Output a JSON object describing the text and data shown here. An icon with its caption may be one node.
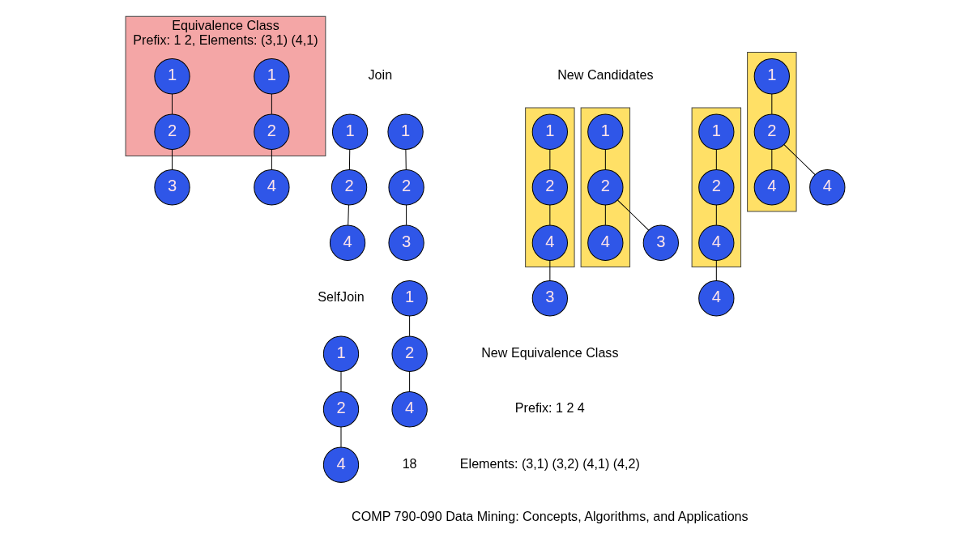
{
  "diagram": {
    "nodes": [
      {
        "text": [
          "Equivalence Class",
          "Prefix: 1 2, Elements: (3,1) (4,1)"
        ]
      },
      {
        "text": [
          "1"
        ],
        "in": 0
      },
      {
        "text": [
          "2"
        ],
        "in": 0
      },
      {
        "text": [
          "3"
        ]
      },
      {
        "text": [
          "1"
        ],
        "in": 0
      },
      {
        "text": [
          "2"
        ],
        "in": 0
      },
      {
        "text": [
          "4"
        ]
      },
      {
        "text": [
          "1"
        ]
      },
      {
        "text": [
          "2"
        ]
      },
      {
        "text": [
          "4"
        ]
      },
      {
        "text": [
          "1"
        ]
      },
      {
        "text": [
          "2"
        ]
      },
      {
        "text": [
          "3"
        ]
      },
      {
        "text": [
          "1"
        ]
      },
      {
        "text": [
          "2"
        ]
      },
      {
        "text": [
          "4"
        ]
      },
      {
        "text": [
          "1"
        ]
      },
      {
        "text": [
          "2"
        ]
      },
      {
        "text": [
          "4"
        ]
      },
      {
        "text": [],
        "shape": "box"
      },
      {
        "text": [
          "1"
        ],
        "in": 19
      },
      {
        "text": [
          "2"
        ],
        "in": 19
      },
      {
        "text": [
          "4"
        ],
        "in": 19
      },
      {
        "text": [
          "3"
        ]
      },
      {
        "text": [],
        "shape": "box"
      },
      {
        "text": [
          "1"
        ],
        "in": 24
      },
      {
        "text": [
          "2"
        ],
        "in": 24
      },
      {
        "text": [
          "4"
        ],
        "in": 24
      },
      {
        "text": [
          "3"
        ]
      },
      {
        "text": [],
        "shape": "box"
      },
      {
        "text": [
          "1"
        ],
        "in": 29
      },
      {
        "text": [
          "2"
        ],
        "in": 29
      },
      {
        "text": [
          "4"
        ],
        "in": 29
      },
      {
        "text": [
          "4"
        ]
      },
      {
        "text": [],
        "shape": "box"
      },
      {
        "text": [
          "1"
        ],
        "in": 34
      },
      {
        "text": [
          "2"
        ],
        "in": 34
      },
      {
        "text": [
          "4"
        ],
        "in": 34
      },
      {
        "text": [
          "4"
        ]
      }
    ],
    "edges": [
      {
        "from": 1,
        "to": 2,
        "arrow": "none"
      },
      {
        "from": 2,
        "to": 3,
        "arrow": "none"
      },
      {
        "from": 4,
        "to": 5,
        "arrow": "none"
      },
      {
        "from": 5,
        "to": 6,
        "arrow": "none"
      },
      {
        "from": 7,
        "to": 8,
        "arrow": "none"
      },
      {
        "from": 8,
        "to": 9,
        "arrow": "none"
      },
      {
        "from": 10,
        "to": 11,
        "arrow": "none"
      },
      {
        "from": 11,
        "to": 12,
        "arrow": "none"
      },
      {
        "from": 13,
        "to": 14,
        "arrow": "none"
      },
      {
        "from": 14,
        "to": 15,
        "arrow": "none"
      },
      {
        "from": 16,
        "to": 17,
        "arrow": "none"
      },
      {
        "from": 17,
        "to": 18,
        "arrow": "none"
      },
      {
        "from": 20,
        "to": 21,
        "arrow": "none"
      },
      {
        "from": 21,
        "to": 22,
        "arrow": "none"
      },
      {
        "from": 22,
        "to": 23,
        "arrow": "none"
      },
      {
        "from": 25,
        "to": 26,
        "arrow": "none"
      },
      {
        "from": 26,
        "to": 27,
        "arrow": "none"
      },
      {
        "from": 26,
        "to": 28,
        "arrow": "none"
      },
      {
        "from": 30,
        "to": 31,
        "arrow": "none"
      },
      {
        "from": 31,
        "to": 32,
        "arrow": "none"
      },
      {
        "from": 32,
        "to": 33,
        "arrow": "none"
      },
      {
        "from": 35,
        "to": 36,
        "arrow": "none"
      },
      {
        "from": 36,
        "to": 37,
        "arrow": "none"
      },
      {
        "from": 36,
        "to": 38,
        "arrow": "none"
      }
    ],
    "labels": [
      "Join",
      "New Candidates",
      "SelfJoin",
      "New Equivalence Class",
      "Prefix: 1 2 4",
      "Elements: (3,1) (3,2) (4,1) (4,2)",
      "18",
      "COMP 790-090 Data Mining: Concepts, Algorithms, and Applications"
    ]
  }
}
